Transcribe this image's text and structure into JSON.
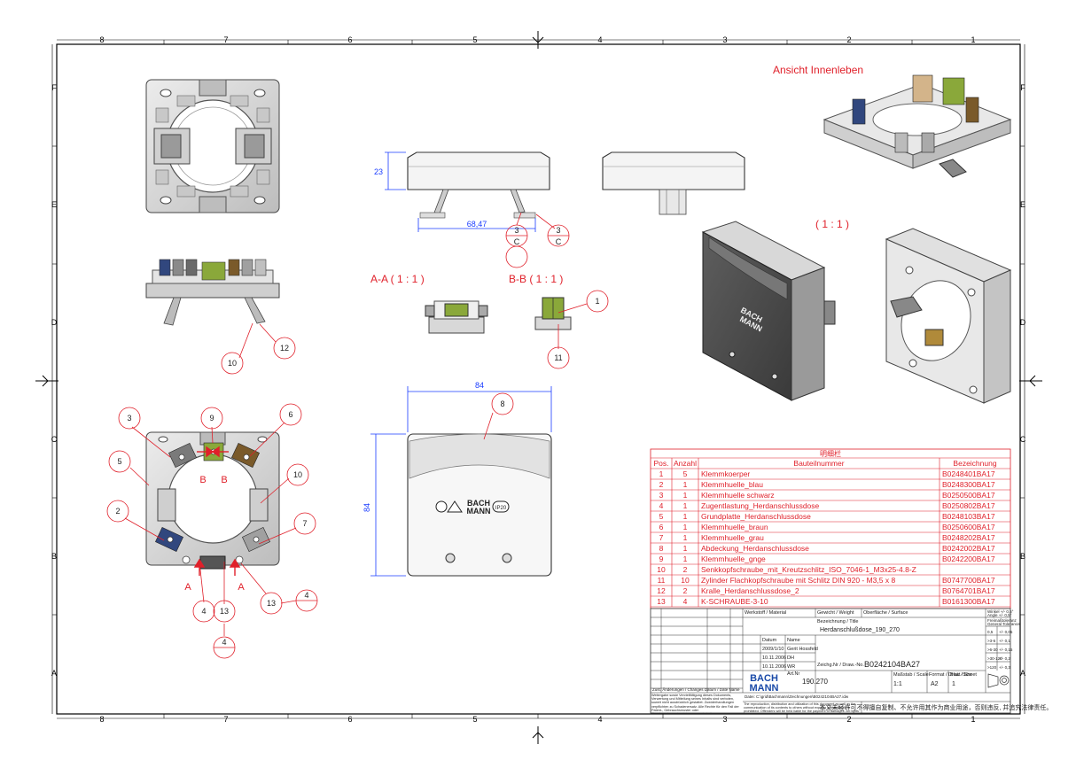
{
  "frame": {
    "columns_top": [
      "8",
      "7",
      "6",
      "5",
      "4",
      "3",
      "2",
      "1"
    ],
    "columns_bottom": [
      "8",
      "7",
      "6",
      "5",
      "4",
      "3",
      "2",
      "1"
    ],
    "rows_left": [
      "F",
      "E",
      "D",
      "C",
      "B",
      "A"
    ],
    "rows_right": [
      "F",
      "E",
      "D",
      "C",
      "B",
      "A"
    ]
  },
  "labels": {
    "interior_view": "Ansicht Innenleben",
    "scale_iso": "( 1 : 1 )",
    "section_aa": "A-A  ( 1 : 1 )",
    "section_bb": "B-B  ( 1 : 1 )"
  },
  "dimensions": {
    "height_23": "23",
    "width_6847": "68,47",
    "width_84": "84",
    "height_84": "84"
  },
  "balloons": {
    "b1": "1",
    "b2": "2",
    "b3": "3",
    "b3a": "3",
    "b3b": "3",
    "b4a": "4",
    "b4b": "4",
    "b4c": "4",
    "b5": "5",
    "b6": "6",
    "b7": "7",
    "b8": "8",
    "b9": "9",
    "b10a": "10",
    "b10b": "10",
    "b11": "11",
    "b12": "12",
    "b13a": "13",
    "b13b": "13",
    "c1": "C",
    "c2": "C"
  },
  "section_marks": {
    "a1": "A",
    "a2": "A",
    "b1": "B",
    "b2": "B"
  },
  "logo": {
    "brand_line1": "BACH",
    "brand_line2": "MANN",
    "rating": "IP20"
  },
  "bom": {
    "title": "明细栏",
    "headers": [
      "Pos.",
      "Anzahl",
      "Bauteilnummer",
      "Bezeichnung"
    ],
    "rows": [
      [
        "1",
        "5",
        "Klemmkoerper",
        "B0248401BA17"
      ],
      [
        "2",
        "1",
        "Klemmhuelle_blau",
        "B0248300BA17"
      ],
      [
        "3",
        "1",
        "Klemmhuelle schwarz",
        "B0250500BA17"
      ],
      [
        "4",
        "1",
        "Zugentlastung_Herdanschlussdose",
        "B0250802BA17"
      ],
      [
        "5",
        "1",
        "Grundplatte_Herdanschlussdose",
        "B0248103BA17"
      ],
      [
        "6",
        "1",
        "Klemmhuelle_braun",
        "B0250600BA17"
      ],
      [
        "7",
        "1",
        "Klemmhuelle_grau",
        "B0248202BA17"
      ],
      [
        "8",
        "1",
        "Abdeckung_Herdanschlussdose",
        "B0242002BA17"
      ],
      [
        "9",
        "1",
        "Klemmhuelle_gnge",
        "B0242200BA17"
      ],
      [
        "10",
        "2",
        "Senkkopfschraube_mit_Kreutzschlitz_ISO_7046-1_M3x25-4.8-Z",
        ""
      ],
      [
        "11",
        "10",
        "Zylinder Flachkopfschraube mit Schlitz DIN 920 - M3,5 x 8",
        "B0747700BA17"
      ],
      [
        "12",
        "2",
        "Kralle_Herdanschlussdose_2",
        "B0764701BA17"
      ],
      [
        "13",
        "4",
        "K-SCHRAUBE-3-10",
        "B0161300BA17"
      ]
    ]
  },
  "title_block": {
    "werkstoff": "Werkstoff / Material",
    "gewicht": "Gewicht / Weight",
    "oberflaeche": "Oberfläche / Surface",
    "bezeichnung_label": "Bezeichnung / Title",
    "bezeichnung": "Herdanschlußdose_190_270",
    "datum": "Datum",
    "name": "Name",
    "row1_date": "2009/1/10",
    "row1_name": "Gerit Hossfeld",
    "row2_date": "10.11.2006",
    "row2_name": "DH",
    "row3_date": "10.11.2006",
    "row3_name": "WR",
    "zeich_label": "Zeichg.Nr / Draw.-No.",
    "zeich_no": "B0242104BA27",
    "art_label": "Art.Nr",
    "art_no": "190.270",
    "massstab_label": "Maßstab / Scale",
    "massstab": "1:1",
    "format_label": "Format / Draw.-Size",
    "format": "A2",
    "blatt_label": "Blatt / Sheet",
    "blatt": "1",
    "company_line1": "BACH",
    "company_line2": "MANN",
    "tol_header1": "Winkel +/- 0,5°",
    "tol_header2": "Angle +/- 0,5°",
    "tol_header3": "Freimaßtoleranz",
    "tol_header4": "General Tolerance",
    "tol_rows": [
      [
        "0,5",
        "+/- 0,05"
      ],
      [
        ">3-6",
        "+/- 0,1"
      ],
      [
        ">6-30",
        "+/- 0,15"
      ],
      [
        ">30-120",
        "+/- 0,2"
      ],
      [
        ">120",
        "+/- 0,3"
      ]
    ],
    "rev_header": "Zust.  Änderungen / Changes        Datum / Date   Name",
    "legal_de": "Weitergabe sowie Vervielfältigung dieses Dokuments, Verwertung und Mitteilung seines Inhalts sind verboten, soweit nicht ausdrücklich gestattet. Zuwiderhandlungen verpflichten zu Schadenersatz. Alle Rechte für den Fall der Patent-, Gebrauchsmuster oder Geschmacksmustereintragung vorbehalten.",
    "legal_en": "The reproduction, distribution and utilization of this document as well as the communication of its contents to others without express authorization is prohibited. Offenders will be held liable for the payment of damages. All rights reserved in the event of the grant of a patent, utility model or design.",
    "legal_cn": "本文未经许可不得擅自复制、不允许用其作为商业用途，否则违反, 并追究法律责任。",
    "datei": "Datei: C:\\grid\\Bachmann\\Zeichnungen\\B0242104BA27.idw"
  }
}
